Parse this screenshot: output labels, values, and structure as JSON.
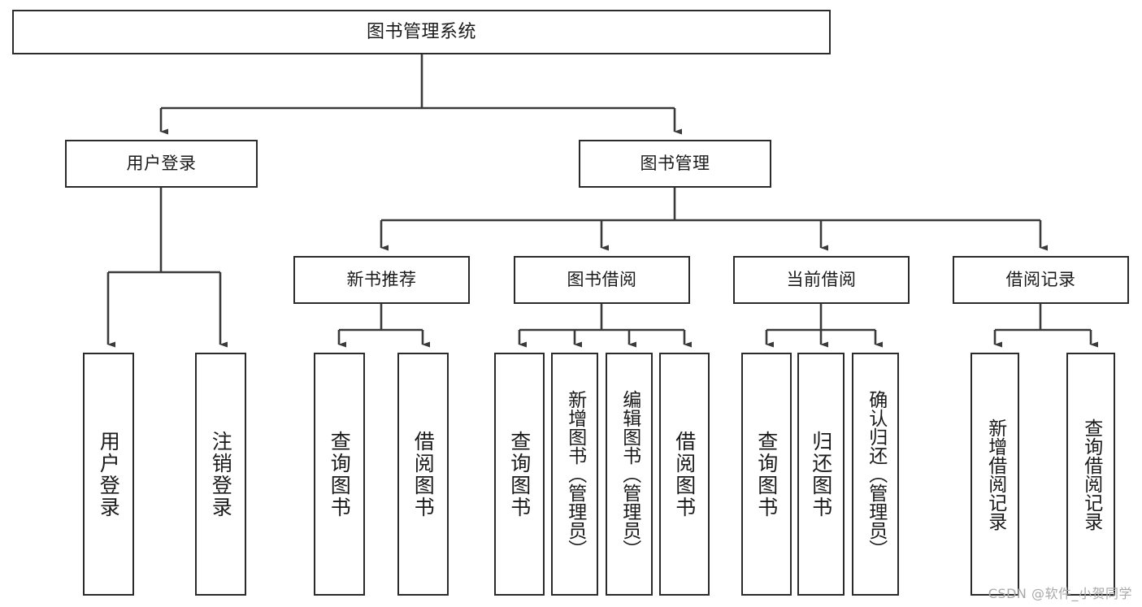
{
  "diagram": {
    "title": "图书管理系统",
    "type": "tree-hierarchy-chart",
    "watermark": "CSDN @软件_小贺同学",
    "colors": {
      "background": "#ffffff",
      "box_border": "#2b2b2b",
      "box_fill": "#ffffff",
      "connector": "#3a3a3a",
      "text": "#1a1a1a",
      "watermark": "#a9a9a9"
    }
  },
  "nodes": {
    "root": {
      "label": "图书管理系统"
    },
    "level2": [
      {
        "id": "user-login",
        "label": "用户登录"
      },
      {
        "id": "book-management",
        "label": "图书管理"
      }
    ],
    "level3": [
      {
        "id": "new-book-recommend",
        "label": "新书推荐"
      },
      {
        "id": "book-borrow",
        "label": "图书借阅"
      },
      {
        "id": "current-borrow",
        "label": "当前借阅"
      },
      {
        "id": "borrow-record",
        "label": "借阅记录"
      }
    ],
    "leaves": {
      "user_login": [
        {
          "id": "leaf-user-login",
          "label": "用户登录"
        },
        {
          "id": "leaf-logout-login",
          "label": "注销登录"
        }
      ],
      "new_book_recommend": [
        {
          "id": "leaf-query-book-1",
          "label": "查询图书"
        },
        {
          "id": "leaf-borrow-book-1",
          "label": "借阅图书"
        }
      ],
      "book_borrow": [
        {
          "id": "leaf-query-book-2",
          "label": "查询图书"
        },
        {
          "id": "leaf-add-book",
          "label": "新增图书（管理员）"
        },
        {
          "id": "leaf-edit-book",
          "label": "编辑图书（管理员）"
        },
        {
          "id": "leaf-borrow-book-2",
          "label": "借阅图书"
        }
      ],
      "current_borrow": [
        {
          "id": "leaf-query-book-3",
          "label": "查询图书"
        },
        {
          "id": "leaf-return-book",
          "label": "归还图书"
        },
        {
          "id": "leaf-confirm-return",
          "label": "确认归还（管理员）"
        }
      ],
      "borrow_record": [
        {
          "id": "leaf-add-borrow-record",
          "label": "新增借阅记录"
        },
        {
          "id": "leaf-query-borrow-record",
          "label": "查询借阅记录"
        }
      ]
    }
  }
}
